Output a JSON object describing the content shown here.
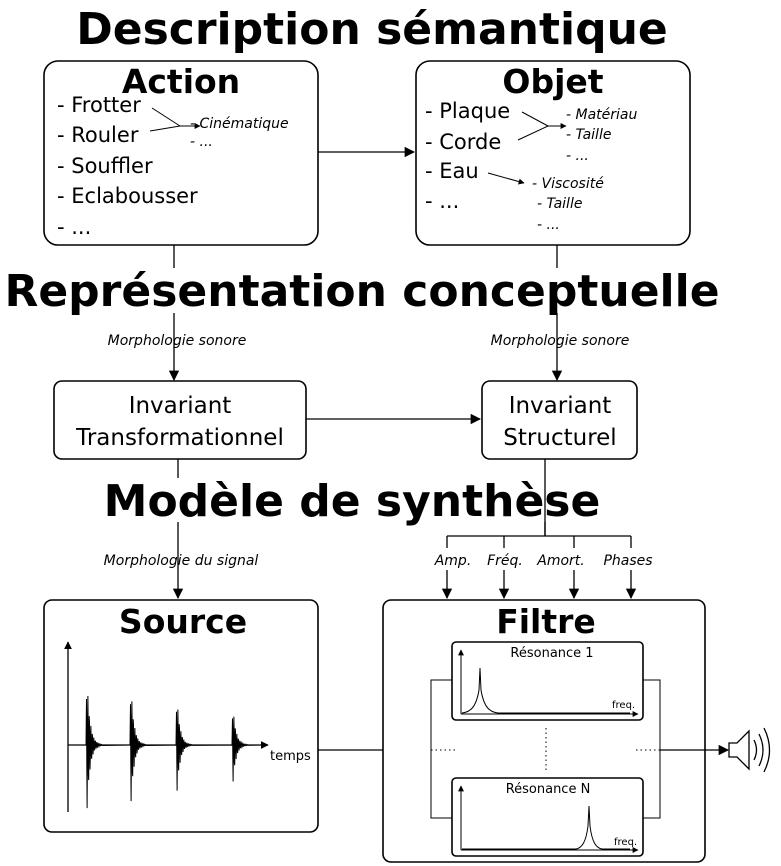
{
  "sections": {
    "semantic": "Description sémantique",
    "conceptual": "Représentation conceptuelle",
    "synthesis": "Modèle de synthèse"
  },
  "action": {
    "title": "Action",
    "items": [
      "- Frotter",
      "- Rouler",
      "- Souffler",
      "- Eclabousser",
      "- ..."
    ],
    "sub": [
      "- Cinématique",
      "- ..."
    ]
  },
  "objet": {
    "title": "Objet",
    "items": [
      "- Plaque",
      "- Corde",
      "- Eau",
      "- ..."
    ],
    "sub1": [
      "- Matériau",
      "- Taille",
      "- ..."
    ],
    "sub2": [
      "- Viscosité",
      "- Taille",
      "- ..."
    ]
  },
  "edges": {
    "morph_sonore_left": "Morphologie sonore",
    "morph_sonore_right": "Morphologie sonore",
    "morph_signal": "Morphologie du signal"
  },
  "invariants": {
    "transform": [
      "Invariant",
      "Transformationnel"
    ],
    "struct": [
      "Invariant",
      "Structurel"
    ]
  },
  "params": [
    "Amp.",
    "Fréq.",
    "Amort.",
    "Phases"
  ],
  "source": {
    "title": "Source",
    "x_label": "temps"
  },
  "filtre": {
    "title": "Filtre",
    "res1": "Résonance 1",
    "resN": "Résonance N",
    "freq_label": "freq.",
    "freq_label_short": "freq."
  },
  "speaker": {
    "name": "speaker-icon"
  }
}
